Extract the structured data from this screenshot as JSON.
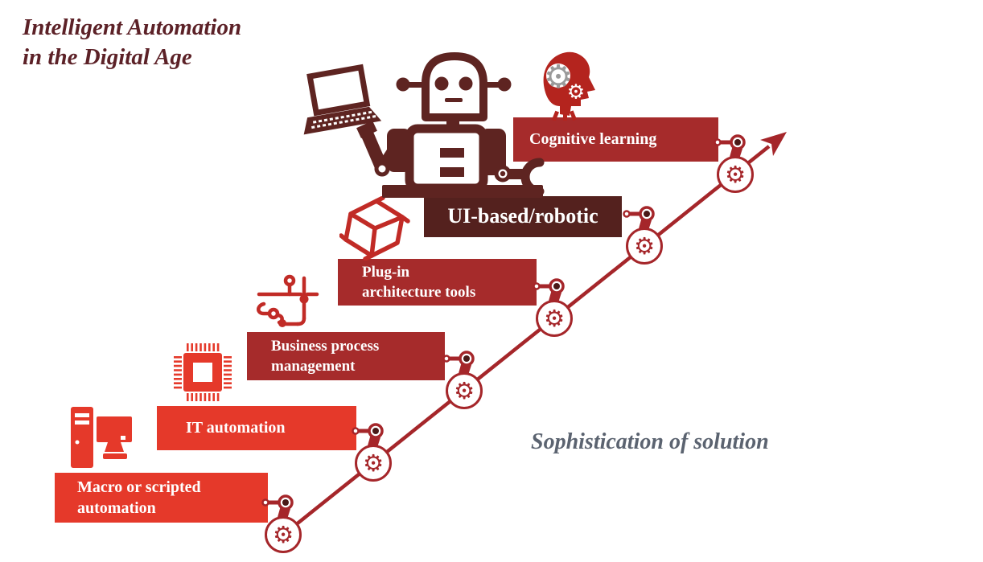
{
  "title": {
    "line1": "Intelligent Automation",
    "line2": "in the Digital Age"
  },
  "axis": {
    "label": "Sophistication of solution"
  },
  "steps": [
    {
      "name": "macro-or-scripted-automation",
      "level": 1,
      "lines": [
        "Macro or scripted",
        "automation"
      ],
      "icon": "desktop-computer",
      "color": "#e5392a"
    },
    {
      "name": "it-automation",
      "level": 2,
      "lines": [
        "IT automation"
      ],
      "icon": "microchip",
      "color": "#e5392a"
    },
    {
      "name": "business-process-management",
      "level": 3,
      "lines": [
        "Business process",
        "management"
      ],
      "icon": "process-flow",
      "color": "#a62b2b"
    },
    {
      "name": "plug-in-architecture-tools",
      "level": 4,
      "lines": [
        "Plug-in",
        "architecture tools"
      ],
      "icon": "wireframe-cube",
      "color": "#a62b2b"
    },
    {
      "name": "ui-based-robotic",
      "level": 5,
      "lines": [
        "UI-based/robotic"
      ],
      "icon": "robot-with-laptop",
      "color": "#54211e"
    },
    {
      "name": "cognitive-learning",
      "level": 6,
      "lines": [
        "Cognitive learning"
      ],
      "icon": "head-with-gears",
      "color": "#a62b2b"
    }
  ],
  "decorations": {
    "gear_icon": "⚙",
    "gear_node_count": 6,
    "robot_arm_count": 6,
    "arrow_direction": "ascending-right"
  },
  "colors": {
    "bright_red": "#e5392a",
    "crimson": "#a62b2b",
    "dark_maroon_box": "#54211e",
    "robot_maroon": "#5e2421",
    "title_maroon": "#5c2127",
    "axis_gray": "#5b6370",
    "arrow_red": "#a5262a",
    "outline_icon_red": "#c12b26",
    "head_red": "#b4241e",
    "gear_gray": "#9a9a9a"
  }
}
